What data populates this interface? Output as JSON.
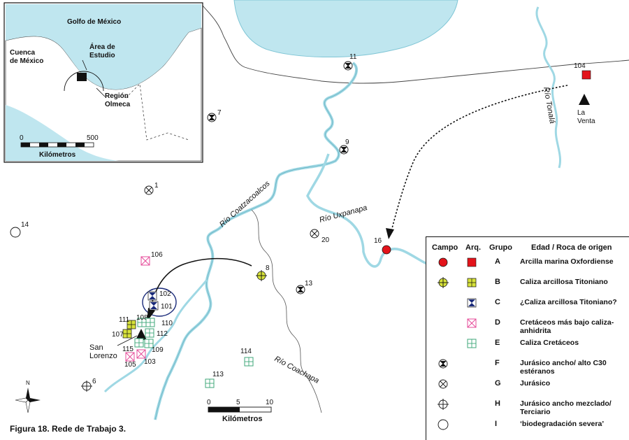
{
  "figure_caption": "Figura 18.  Rede de Trabajo 3.",
  "inset": {
    "gulf_label": "Golfo de México",
    "basin_label": "Cuenca\nde México",
    "study_area_label": "Área de\nEstudio",
    "region_label": "Región\nOlmeca",
    "scale_unit": "Kilómetros",
    "scale_ticks": [
      "0",
      "500"
    ]
  },
  "rivers": {
    "coatzacoalcos": "Río  Coatzacoalcos",
    "uxpanapa": "Río  Uxpanapa",
    "tonala": "Río Tonalá",
    "coachapa": "Río  Coachapa"
  },
  "places": {
    "la_venta": "La\nVenta",
    "san_lorenzo": "San\nLorenzo"
  },
  "scale": {
    "unit": "Kilómetros",
    "ticks": [
      "0",
      "5",
      "10"
    ]
  },
  "compass": {
    "north": "N"
  },
  "sites": [
    {
      "id": "1",
      "kind": "G"
    },
    {
      "id": "6",
      "kind": "H"
    },
    {
      "id": "7",
      "kind": "F"
    },
    {
      "id": "8",
      "kind": "B-campo"
    },
    {
      "id": "9",
      "kind": "F"
    },
    {
      "id": "11",
      "kind": "F"
    },
    {
      "id": "13",
      "kind": "F"
    },
    {
      "id": "14",
      "kind": "I"
    },
    {
      "id": "16",
      "kind": "A-campo"
    },
    {
      "id": "20",
      "kind": "G"
    },
    {
      "id": "101",
      "kind": "C"
    },
    {
      "id": "102",
      "kind": "C"
    },
    {
      "id": "103",
      "kind": "D"
    },
    {
      "id": "104",
      "kind": "A-arq"
    },
    {
      "id": "105",
      "kind": "D"
    },
    {
      "id": "106",
      "kind": "D"
    },
    {
      "id": "107",
      "kind": "B"
    },
    {
      "id": "108",
      "kind": "E"
    },
    {
      "id": "109",
      "kind": "E"
    },
    {
      "id": "110",
      "kind": "E"
    },
    {
      "id": "111",
      "kind": "B"
    },
    {
      "id": "112",
      "kind": "E"
    },
    {
      "id": "113",
      "kind": "E"
    },
    {
      "id": "114",
      "kind": "E"
    },
    {
      "id": "115",
      "kind": "E"
    }
  ],
  "legend": {
    "headers": {
      "campo": "Campo",
      "arq": "Arq.",
      "grupo": "Grupo",
      "edad": "Edad / Roca de origen"
    },
    "rows": [
      {
        "grupo": "A",
        "desc": "Arcilla marina Oxfordiense"
      },
      {
        "grupo": "B",
        "desc": "Caliza arcillosa Titoniano"
      },
      {
        "grupo": "C",
        "desc": "¿Caliza arcillosa Titoniano?"
      },
      {
        "grupo": "D",
        "desc": "Cretáceos más bajo caliza-\nanhidrita"
      },
      {
        "grupo": "E",
        "desc": "Caliza Cretáceos"
      },
      {
        "grupo": "F",
        "desc": "Jurásico ancho/ alto C30\nestéranos"
      },
      {
        "grupo": "G",
        "desc": "Jurásico"
      },
      {
        "grupo": "H",
        "desc": "Jurásico ancho mezclado/\nTerciario"
      },
      {
        "grupo": "I",
        "desc": "‘biodegradación severa’"
      }
    ]
  },
  "colors": {
    "sea": "#bfe6ef",
    "river": "#9fd8e4",
    "group_a": "#e3141b",
    "group_b": "#d7e23a",
    "group_c": "#1a2a7a",
    "group_d": "#e64b9a",
    "group_e": "#3fa77a"
  }
}
